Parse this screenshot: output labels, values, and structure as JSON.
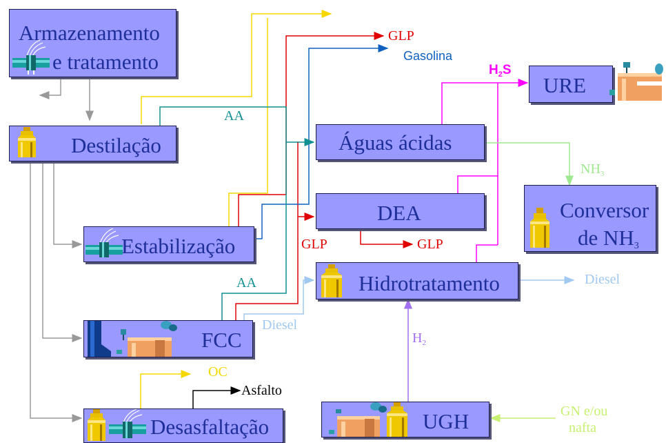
{
  "boxes": {
    "armazenamento": {
      "line1": "Armazenamento",
      "line2": "e tratamento"
    },
    "destilacao": {
      "label": "Destilação"
    },
    "estabilizacao": {
      "label": "Estabilização"
    },
    "fcc": {
      "label": "FCC"
    },
    "desasfaltacao": {
      "label": "Desasfaltação"
    },
    "aguas_acidas": {
      "label": "Águas ácidas"
    },
    "dea": {
      "label": "DEA"
    },
    "hidrotratamento": {
      "label": "Hidrotratamento"
    },
    "ugh": {
      "label": "UGH"
    },
    "ure": {
      "label": "URE"
    },
    "conversor": {
      "line1": "Conversor",
      "line2_main": "de NH",
      "line2_sub": "3"
    }
  },
  "labels": {
    "glp_top": "GLP",
    "gasolina": "Gasolina",
    "h2s_main": "H",
    "h2s_sub": "2",
    "h2s_end": "S",
    "aa_top": "AA",
    "nh3_main": "NH",
    "nh3_sub": "3",
    "glp_mid_left": "GLP",
    "glp_mid_right": "GLP",
    "aa_fcc": "AA",
    "diesel_fcc": "Diesel",
    "diesel_out": "Diesel",
    "h2_main": "H",
    "h2_sub": "2",
    "oc": "OC",
    "asfalto": "Asfalto",
    "gn_line1": "GN e/ou",
    "gn_line2": "nafta"
  },
  "colors": {
    "box_fill": "#9999ff",
    "box_text": "#1f2f9a",
    "yellow": "#f5d800",
    "red": "#e00000",
    "blue": "#1060c0",
    "teal": "#109090",
    "magenta": "#ff00ff",
    "light_green": "#a0e890",
    "light_blue": "#a0c8f0",
    "purple": "#a070f0",
    "grey": "#999999",
    "lime": "#c8f070"
  },
  "icons": [
    "valve-icon",
    "tank-icon",
    "reactor-icon",
    "tower-icon"
  ]
}
